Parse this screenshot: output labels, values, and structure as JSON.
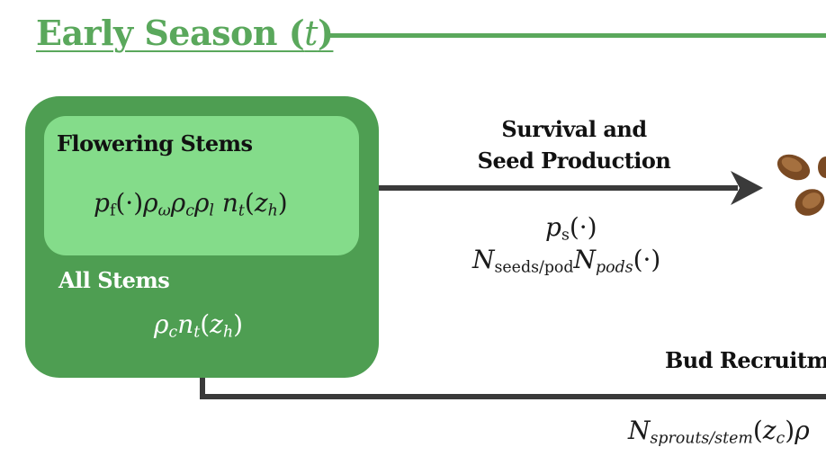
{
  "header": {
    "title": "Early Season (",
    "title_var": "t",
    "title_close": ")"
  },
  "boxes": {
    "flowering": {
      "label": "Flowering Stems"
    },
    "all": {
      "label": "All Stems"
    }
  },
  "transitions": {
    "survival": {
      "label_line1": "Survival and",
      "label_line2": "Seed Production"
    },
    "bud": {
      "label": "Bud Recruitme"
    }
  },
  "colors": {
    "title_green": "#5aa85c",
    "outer_box": "#4e9e52",
    "inner_box": "#84dc8a",
    "arrow": "#3a3a3a",
    "seed": "#7a4a23"
  },
  "icons": {
    "seeds": "seed-pods-icon",
    "arrowhead": "arrow-right-icon"
  }
}
